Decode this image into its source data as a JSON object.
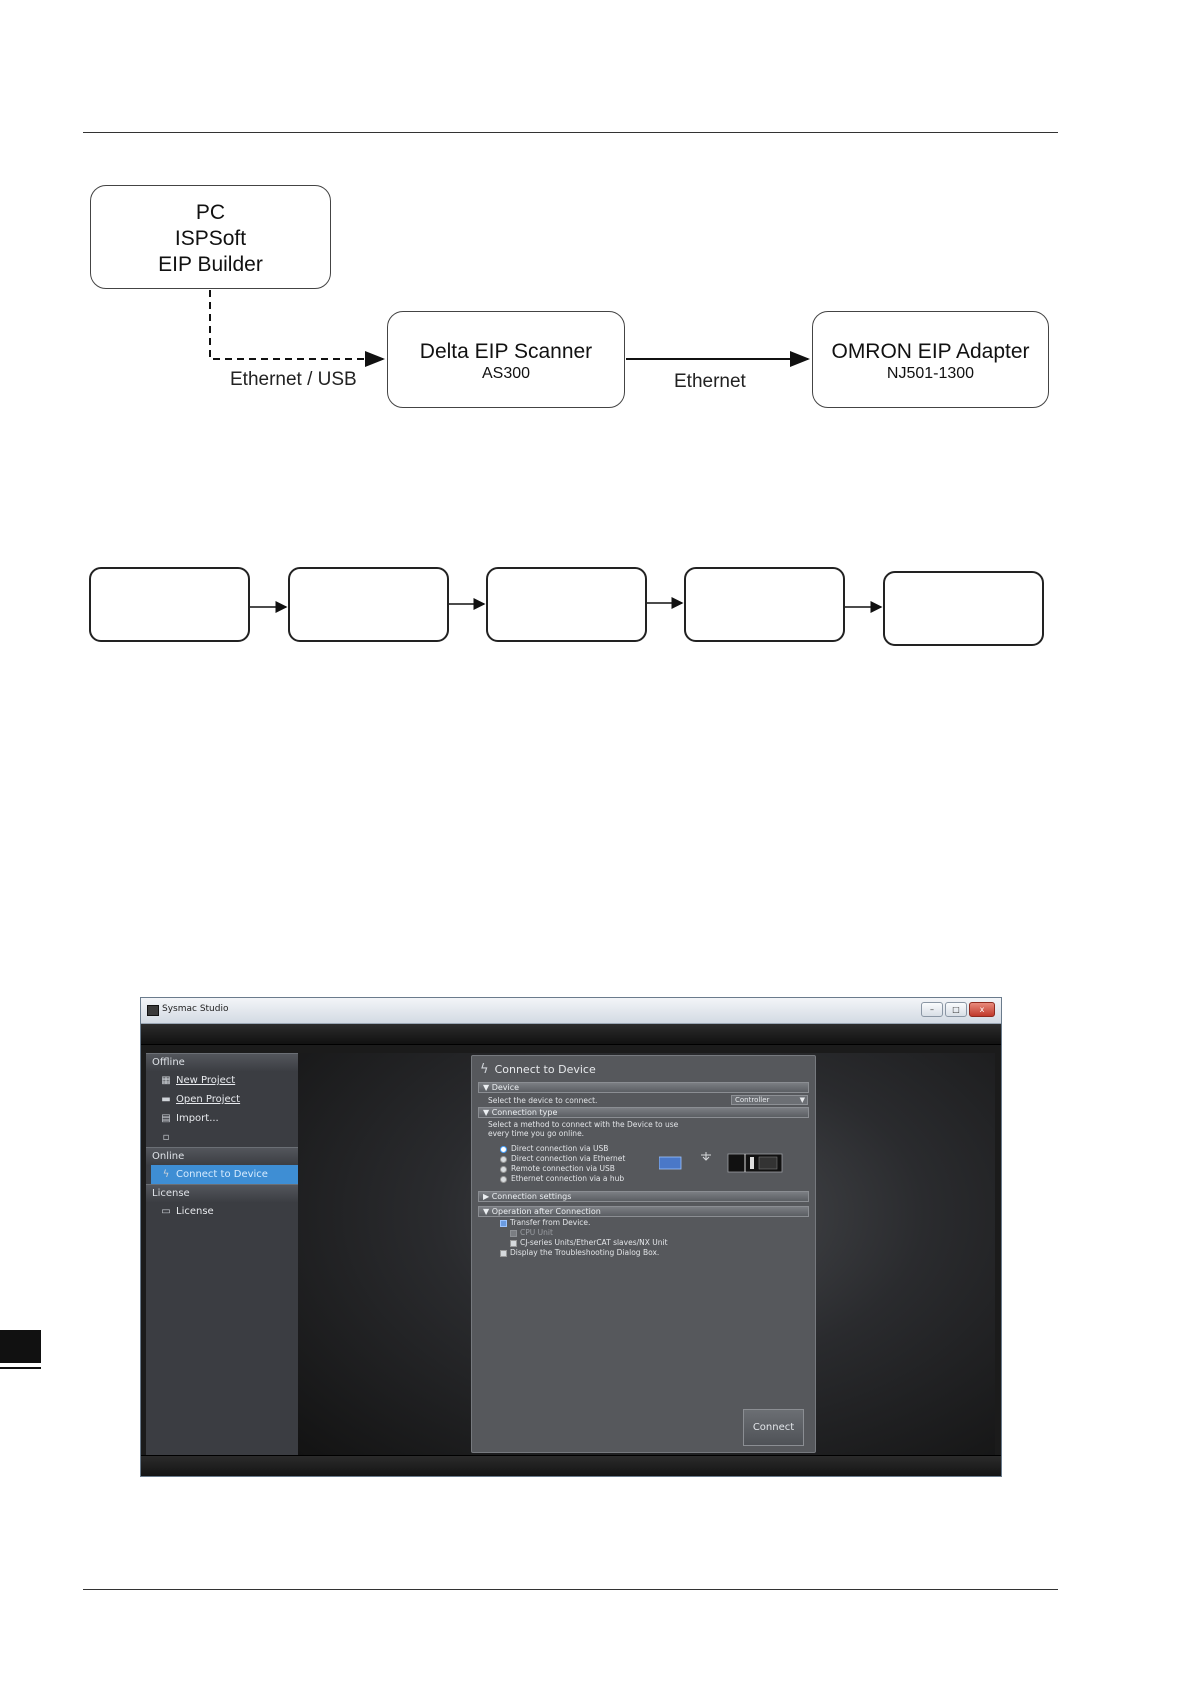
{
  "diagram": {
    "pc_box": {
      "line1": "PC",
      "line2": "ISPSoft",
      "line3": "EIP Builder"
    },
    "scanner_box": {
      "title": "Delta EIP Scanner",
      "model": "AS300"
    },
    "adapter_box": {
      "title": "OMRON EIP Adapter",
      "model": "NJ501-1300"
    },
    "link_pc_scanner": "Ethernet / USB",
    "link_scanner_adapter": "Ethernet",
    "flow_steps": [
      "",
      "",
      "",
      "",
      ""
    ]
  },
  "screenshot": {
    "window_title": "Sysmac Studio",
    "window_buttons": [
      "–",
      "□",
      "x"
    ],
    "sidebar": {
      "offline_header": "Offline",
      "new_project": "New Project",
      "open_project": "Open Project",
      "import": "Import...",
      "online_header": "Online",
      "connect_to_device": "Connect to Device",
      "license_header": "License",
      "license_item": "License"
    },
    "dialog": {
      "title": "Connect to Device",
      "device_header": "Device",
      "device_prompt": "Select the device to connect.",
      "device_selected": "Controller",
      "connection_type_header": "Connection type",
      "connection_type_text_1": "Select a method to connect with the Device to use",
      "connection_type_text_2": "every time you go online.",
      "options": [
        "Direct connection via USB",
        "Direct connection via Ethernet",
        "Remote connection via USB",
        "Ethernet connection via a hub"
      ],
      "selected_option_index": 0,
      "connection_settings_header": "Connection settings",
      "operation_header": "Operation after Connection",
      "transfer_from_device": "Transfer from Device.",
      "cpu_unit": "CPU Unit",
      "cj_units": "CJ-series Units/EtherCAT slaves/NX Unit",
      "troubleshooting": "Display the Troubleshooting Dialog Box.",
      "connect_button": "Connect"
    }
  }
}
